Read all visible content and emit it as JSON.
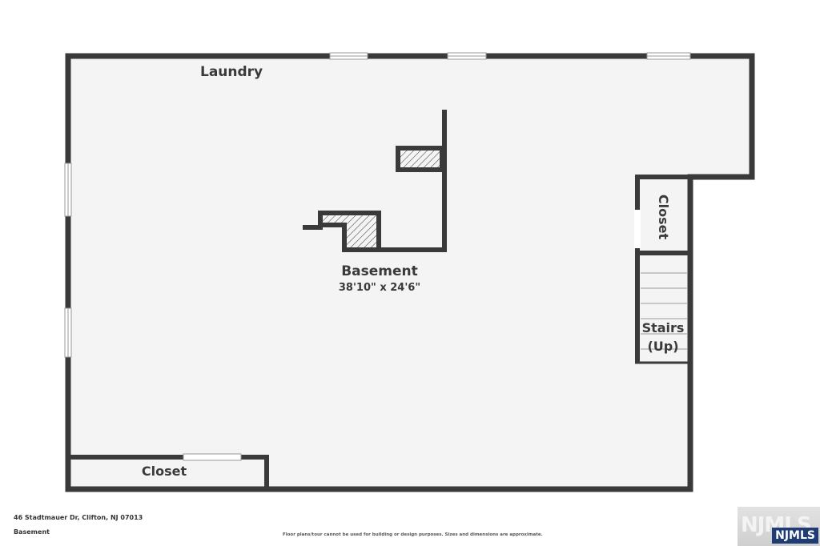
{
  "plan": {
    "rooms": {
      "laundry": "Laundry",
      "basement": "Basement",
      "basement_dimensions": "38'10\" x 24'6\"",
      "closet_right": "Closet",
      "stairs_line1": "Stairs",
      "stairs_line2": "(Up)",
      "closet_bottom": "Closet"
    },
    "colors": {
      "wall": "#3a3a3a",
      "floor": "#f4f4f4",
      "window": "#ffffff"
    }
  },
  "footer": {
    "address": "46 Stadtmauer Dr, Clifton, NJ 07013",
    "floor": "Basement",
    "disclaimer": "Floor plans/tour cannot be used for building or design purposes. Sizes and dimensions are approximate."
  },
  "watermark": {
    "background_text": "NJMLS",
    "logo_text": "NJMLS"
  }
}
